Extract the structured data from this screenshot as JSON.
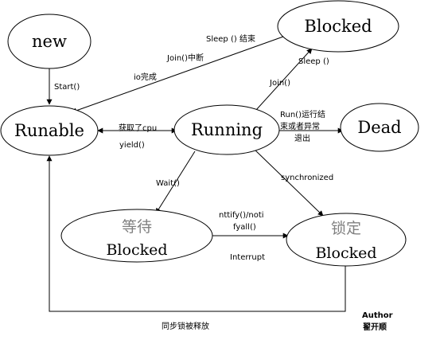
{
  "states": {
    "new": "new",
    "runable": "Runable",
    "running": "Running",
    "dead": "Dead",
    "blocked": "Blocked",
    "wait_blocked": {
      "line1": "等待",
      "line2": "Blocked"
    },
    "lock_blocked": {
      "line1": "锁定",
      "line2": "Blocked"
    }
  },
  "transitions": {
    "start": "Start()",
    "get_cpu": "获取了cpu",
    "yield": "yield()",
    "sleep_end": "Sleep () 结束",
    "join_interrupt": "Join()中断",
    "io_done": "io完成",
    "sleep": "Sleep ()",
    "join": "Join()",
    "run_end": {
      "line1": "Run()运行结",
      "line2": "束或者异常",
      "line3": "退出"
    },
    "wait": "Wait()",
    "synchronized": "synchronized",
    "notify": {
      "line1": "nttify()/noti",
      "line2": "fyall()"
    },
    "interrupt": "Interrupt",
    "lock_released": "同步锁被释放"
  },
  "author": {
    "label": "Author",
    "name": "翟开顺"
  }
}
